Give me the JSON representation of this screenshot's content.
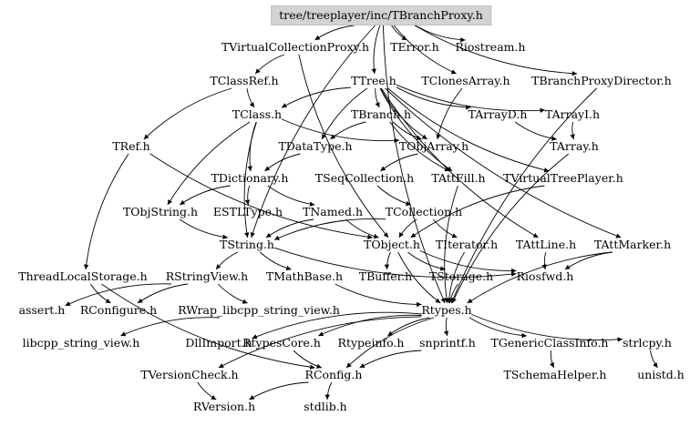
{
  "graph": {
    "root_fill": "#d3d3d3",
    "edge_color": "#000000",
    "nodes": [
      {
        "id": "root",
        "label": "tree/treeplayer/inc/TBranchProxy.h",
        "root": true
      },
      {
        "id": "tvcp",
        "label": "TVirtualCollectionProxy.h"
      },
      {
        "id": "terror",
        "label": "TError.h"
      },
      {
        "id": "riostream",
        "label": "Riostream.h"
      },
      {
        "id": "tclassref",
        "label": "TClassRef.h"
      },
      {
        "id": "ttree",
        "label": "TTree.h"
      },
      {
        "id": "tclonesarray",
        "label": "TClonesArray.h"
      },
      {
        "id": "tbpdirector",
        "label": "TBranchProxyDirector.h"
      },
      {
        "id": "tclass",
        "label": "TClass.h"
      },
      {
        "id": "tbranch",
        "label": "TBranch.h"
      },
      {
        "id": "tarrayd",
        "label": "TArrayD.h"
      },
      {
        "id": "tarrayi",
        "label": "TArrayI.h"
      },
      {
        "id": "tref",
        "label": "TRef.h"
      },
      {
        "id": "tdatatype",
        "label": "TDataType.h"
      },
      {
        "id": "tobjarray",
        "label": "TObjArray.h"
      },
      {
        "id": "tarray",
        "label": "TArray.h"
      },
      {
        "id": "tdictionary",
        "label": "TDictionary.h"
      },
      {
        "id": "tseqcollection",
        "label": "TSeqCollection.h"
      },
      {
        "id": "tattfill",
        "label": "TAttFill.h"
      },
      {
        "id": "tvtp",
        "label": "TVirtualTreePlayer.h"
      },
      {
        "id": "tobjstring",
        "label": "TObjString.h"
      },
      {
        "id": "estltype",
        "label": "ESTLType.h"
      },
      {
        "id": "tnamed",
        "label": "TNamed.h"
      },
      {
        "id": "tcollection",
        "label": "TCollection.h"
      },
      {
        "id": "tstring",
        "label": "TString.h"
      },
      {
        "id": "tobject",
        "label": "TObject.h"
      },
      {
        "id": "titerator",
        "label": "TIterator.h"
      },
      {
        "id": "tattline",
        "label": "TAttLine.h"
      },
      {
        "id": "tattmarker",
        "label": "TAttMarker.h"
      },
      {
        "id": "tls",
        "label": "ThreadLocalStorage.h"
      },
      {
        "id": "rstringview",
        "label": "RStringView.h"
      },
      {
        "id": "tmathbase",
        "label": "TMathBase.h"
      },
      {
        "id": "tbuffer",
        "label": "TBuffer.h"
      },
      {
        "id": "tstorage",
        "label": "TStorage.h"
      },
      {
        "id": "riosfwd",
        "label": "Riosfwd.h"
      },
      {
        "id": "assert",
        "label": "assert.h"
      },
      {
        "id": "rconfigure",
        "label": "RConfigure.h"
      },
      {
        "id": "rwrap",
        "label": "RWrap_libcpp_string_view.h"
      },
      {
        "id": "rtypes",
        "label": "Rtypes.h"
      },
      {
        "id": "libcpp",
        "label": "libcpp_string_view.h"
      },
      {
        "id": "dllimport",
        "label": "DllImport.h"
      },
      {
        "id": "rtypescore",
        "label": "RtypesCore.h"
      },
      {
        "id": "rtypeinfo",
        "label": "Rtypeinfo.h"
      },
      {
        "id": "snprintf",
        "label": "snprintf.h"
      },
      {
        "id": "tgci",
        "label": "TGenericClassInfo.h"
      },
      {
        "id": "strlcpy",
        "label": "strlcpy.h"
      },
      {
        "id": "tversioncheck",
        "label": "TVersionCheck.h"
      },
      {
        "id": "rconfig",
        "label": "RConfig.h"
      },
      {
        "id": "tschemahelper",
        "label": "TSchemaHelper.h"
      },
      {
        "id": "unistd",
        "label": "unistd.h"
      },
      {
        "id": "rversion",
        "label": "RVersion.h"
      },
      {
        "id": "stdlib",
        "label": "stdlib.h"
      }
    ],
    "edges": [
      [
        "root",
        "tvcp"
      ],
      [
        "root",
        "terror"
      ],
      [
        "root",
        "riostream"
      ],
      [
        "root",
        "tclonesarray"
      ],
      [
        "root",
        "tbpdirector"
      ],
      [
        "root",
        "ttree"
      ],
      [
        "root",
        "tstring"
      ],
      [
        "root",
        "rtypes"
      ],
      [
        "tvcp",
        "tclassref"
      ],
      [
        "tvcp",
        "tobject"
      ],
      [
        "tclassref",
        "tclass"
      ],
      [
        "tclassref",
        "tref"
      ],
      [
        "ttree",
        "tclass"
      ],
      [
        "ttree",
        "tbranch"
      ],
      [
        "ttree",
        "tarrayd"
      ],
      [
        "ttree",
        "tarrayi"
      ],
      [
        "ttree",
        "tdatatype"
      ],
      [
        "ttree",
        "tobjarray"
      ],
      [
        "ttree",
        "tattfill"
      ],
      [
        "ttree",
        "tvtp"
      ],
      [
        "ttree",
        "tattline"
      ],
      [
        "ttree",
        "tattmarker"
      ],
      [
        "tclonesarray",
        "tobjarray"
      ],
      [
        "tbpdirector",
        "rtypes"
      ],
      [
        "tclass",
        "tdictionary"
      ],
      [
        "tclass",
        "tobjarray"
      ],
      [
        "tclass",
        "tstring"
      ],
      [
        "tclass",
        "tobjstring"
      ],
      [
        "tbranch",
        "tdatatype"
      ],
      [
        "tbranch",
        "tobjarray"
      ],
      [
        "tbranch",
        "tattfill"
      ],
      [
        "tarrayd",
        "tarray"
      ],
      [
        "tarrayi",
        "tarray"
      ],
      [
        "tref",
        "tobject"
      ],
      [
        "tref",
        "tls"
      ],
      [
        "tdatatype",
        "tdictionary"
      ],
      [
        "tobjarray",
        "tseqcollection"
      ],
      [
        "tarray",
        "rtypes"
      ],
      [
        "tdictionary",
        "tnamed"
      ],
      [
        "tdictionary",
        "estltype"
      ],
      [
        "tdictionary",
        "tobjstring"
      ],
      [
        "tseqcollection",
        "tcollection"
      ],
      [
        "tattfill",
        "rtypes"
      ],
      [
        "tvtp",
        "tobject"
      ],
      [
        "tobjstring",
        "tstring"
      ],
      [
        "tnamed",
        "tstring"
      ],
      [
        "tnamed",
        "tobject"
      ],
      [
        "tcollection",
        "tobject"
      ],
      [
        "tcollection",
        "titerator"
      ],
      [
        "tcollection",
        "tstring"
      ],
      [
        "tstring",
        "rstringview"
      ],
      [
        "tstring",
        "tmathbase"
      ],
      [
        "tstring",
        "riosfwd"
      ],
      [
        "tobject",
        "tbuffer"
      ],
      [
        "tobject",
        "tstorage"
      ],
      [
        "tobject",
        "riosfwd"
      ],
      [
        "tobject",
        "rtypes"
      ],
      [
        "titerator",
        "rtypes"
      ],
      [
        "tattline",
        "riosfwd"
      ],
      [
        "tattmarker",
        "riosfwd"
      ],
      [
        "tattmarker",
        "rtypes"
      ],
      [
        "tls",
        "rconfig"
      ],
      [
        "tls",
        "rconfigure"
      ],
      [
        "rstringview",
        "assert"
      ],
      [
        "rstringview",
        "rconfigure"
      ],
      [
        "rstringview",
        "rwrap"
      ],
      [
        "tmathbase",
        "rtypes"
      ],
      [
        "tstorage",
        "rtypes"
      ],
      [
        "rwrap",
        "libcpp"
      ],
      [
        "rtypes",
        "dllimport"
      ],
      [
        "rtypes",
        "rtypescore"
      ],
      [
        "rtypes",
        "rtypeinfo"
      ],
      [
        "rtypes",
        "snprintf"
      ],
      [
        "rtypes",
        "tgci"
      ],
      [
        "rtypes",
        "strlcpy"
      ],
      [
        "rtypes",
        "tversioncheck"
      ],
      [
        "rtypes",
        "rconfig"
      ],
      [
        "rtypescore",
        "rconfig"
      ],
      [
        "snprintf",
        "rconfig"
      ],
      [
        "tgci",
        "tschemahelper"
      ],
      [
        "strlcpy",
        "unistd"
      ],
      [
        "tversioncheck",
        "rversion"
      ],
      [
        "rconfig",
        "stdlib"
      ],
      [
        "rconfig",
        "rversion"
      ]
    ]
  }
}
